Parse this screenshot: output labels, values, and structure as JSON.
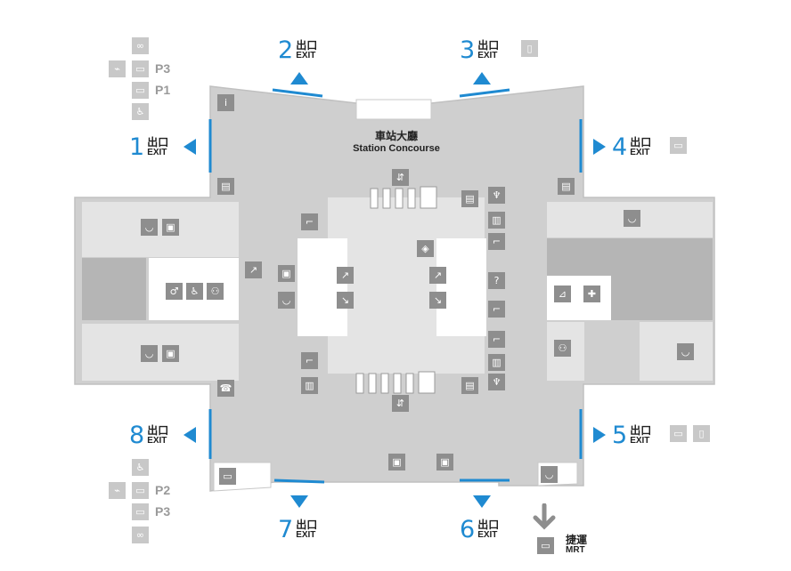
{
  "map": {
    "concourse": {
      "name_zh": "車站大廳",
      "name_en": "Station Concourse"
    },
    "exits": [
      {
        "num": "1",
        "zh": "出口",
        "en": "EXIT",
        "direction": "left"
      },
      {
        "num": "2",
        "zh": "出口",
        "en": "EXIT",
        "direction": "up"
      },
      {
        "num": "3",
        "zh": "出口",
        "en": "EXIT",
        "direction": "up",
        "icons": [
          "bus-stop-icon"
        ]
      },
      {
        "num": "4",
        "zh": "出口",
        "en": "EXIT",
        "direction": "right",
        "icons": [
          "taxi-icon"
        ]
      },
      {
        "num": "5",
        "zh": "出口",
        "en": "EXIT",
        "direction": "right",
        "icons": [
          "bus-icon",
          "bus-stop-icon"
        ]
      },
      {
        "num": "6",
        "zh": "出口",
        "en": "EXIT",
        "direction": "down"
      },
      {
        "num": "7",
        "zh": "出口",
        "en": "EXIT",
        "direction": "down"
      },
      {
        "num": "8",
        "zh": "出口",
        "en": "EXIT",
        "direction": "left"
      }
    ],
    "parking_top": {
      "levels": [
        "P3",
        "P1"
      ]
    },
    "parking_bottom": {
      "levels": [
        "P2",
        "P3"
      ]
    },
    "mrt": {
      "zh": "捷運",
      "en": "MRT"
    },
    "colors": {
      "accent": "#1f8ad1",
      "floor": "#cfcfcf",
      "shop": "#e4e4e4",
      "dark_block": "#b5b5b5",
      "icon": "#8e8e8e",
      "light_icon": "#c8c8c8"
    }
  }
}
